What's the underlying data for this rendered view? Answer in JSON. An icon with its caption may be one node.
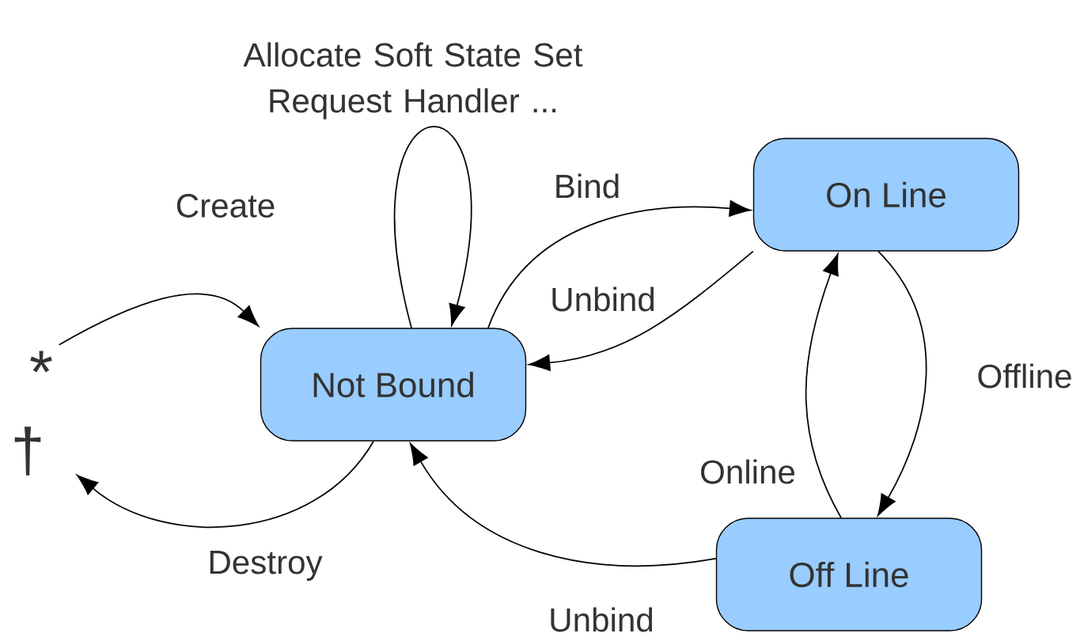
{
  "diagram": {
    "nodes": [
      {
        "text": [
          "*"
        ]
      },
      {
        "text": [
          "†"
        ]
      },
      {
        "text": [
          "Not Bound"
        ]
      },
      {
        "text": [
          "On Line"
        ]
      },
      {
        "text": [
          "Off Line"
        ]
      }
    ],
    "edges": [
      {
        "from": 0,
        "to": 2,
        "arrow": "to",
        "label": "Create"
      },
      {
        "from": 2,
        "to": 2,
        "arrow": "to",
        "label": "Allocate Soft State Set Request Handler ..."
      },
      {
        "from": 2,
        "to": 3,
        "arrow": "to",
        "label": "Bind"
      },
      {
        "from": 3,
        "to": 2,
        "arrow": "to",
        "label": "Unbind"
      },
      {
        "from": 3,
        "to": 4,
        "arrow": "to",
        "label": "Offline"
      },
      {
        "from": 4,
        "to": 3,
        "arrow": "to",
        "label": "Online"
      },
      {
        "from": 4,
        "to": 2,
        "arrow": "to",
        "label": "Unbind"
      },
      {
        "from": 2,
        "to": 1,
        "arrow": "to",
        "label": "Destroy"
      }
    ]
  }
}
